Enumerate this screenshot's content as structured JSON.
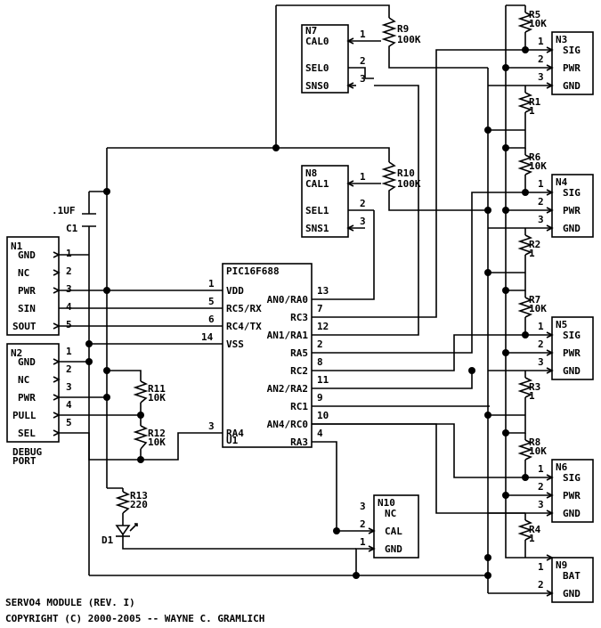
{
  "title": "SERVO4 MODULE (REV. I)",
  "copyright": "COPYRIGHT (C) 2000-2005 -- WAYNE C. GRAMLICH",
  "debug_label": [
    "DEBUG",
    "PORT"
  ],
  "n1": {
    "ref": "N1",
    "pins": [
      {
        "num": "1",
        "name": "GND"
      },
      {
        "num": "2",
        "name": "NC"
      },
      {
        "num": "3",
        "name": "PWR"
      },
      {
        "num": "4",
        "name": "SIN"
      },
      {
        "num": "5",
        "name": "SOUT"
      }
    ]
  },
  "n2": {
    "ref": "N2",
    "pins": [
      {
        "num": "1",
        "name": "GND"
      },
      {
        "num": "2",
        "name": "NC"
      },
      {
        "num": "3",
        "name": "PWR"
      },
      {
        "num": "4",
        "name": "PULL"
      },
      {
        "num": "5",
        "name": "SEL"
      }
    ]
  },
  "n7": {
    "ref": "N7",
    "pins": [
      {
        "num": "1",
        "name": "CAL0"
      },
      {
        "num": "2",
        "name": "SEL0"
      },
      {
        "num": "3",
        "name": "SNS0"
      }
    ]
  },
  "n8": {
    "ref": "N8",
    "pins": [
      {
        "num": "1",
        "name": "CAL1"
      },
      {
        "num": "2",
        "name": "SEL1"
      },
      {
        "num": "3",
        "name": "SNS1"
      }
    ]
  },
  "servo_connectors": [
    {
      "ref": "N3",
      "pins": [
        {
          "num": "1",
          "name": "SIG"
        },
        {
          "num": "2",
          "name": "PWR"
        },
        {
          "num": "3",
          "name": "GND"
        }
      ]
    },
    {
      "ref": "N4",
      "pins": [
        {
          "num": "1",
          "name": "SIG"
        },
        {
          "num": "2",
          "name": "PWR"
        },
        {
          "num": "3",
          "name": "GND"
        }
      ]
    },
    {
      "ref": "N5",
      "pins": [
        {
          "num": "1",
          "name": "SIG"
        },
        {
          "num": "2",
          "name": "PWR"
        },
        {
          "num": "3",
          "name": "GND"
        }
      ]
    },
    {
      "ref": "N6",
      "pins": [
        {
          "num": "1",
          "name": "SIG"
        },
        {
          "num": "2",
          "name": "PWR"
        },
        {
          "num": "3",
          "name": "GND"
        }
      ]
    }
  ],
  "n9": {
    "ref": "N9",
    "pins": [
      {
        "num": "1",
        "name": "BAT"
      },
      {
        "num": "2",
        "name": "GND"
      }
    ]
  },
  "n10": {
    "ref": "N10",
    "pins": [
      {
        "num": "3",
        "name": "NC"
      },
      {
        "num": "2",
        "name": "CAL"
      },
      {
        "num": "1",
        "name": "GND"
      }
    ]
  },
  "u1": {
    "part": "PIC16F688",
    "ref": "U1",
    "left": [
      {
        "num": "1",
        "name": "VDD"
      },
      {
        "num": "5",
        "name": "RC5/RX"
      },
      {
        "num": "6",
        "name": "RC4/TX"
      },
      {
        "num": "14",
        "name": "VSS"
      },
      {
        "num": "3",
        "name": "RA4"
      }
    ],
    "right": [
      {
        "num": "13",
        "name": "AN0/RA0"
      },
      {
        "num": "7",
        "name": "RC3"
      },
      {
        "num": "12",
        "name": "AN1/RA1"
      },
      {
        "num": "2",
        "name": "RA5"
      },
      {
        "num": "8",
        "name": "RC2"
      },
      {
        "num": "11",
        "name": "AN2/RA2"
      },
      {
        "num": "9",
        "name": "RC1"
      },
      {
        "num": "10",
        "name": "AN4/RC0"
      },
      {
        "num": "4",
        "name": "RA3"
      }
    ]
  },
  "resistors": {
    "r5": {
      "ref": "R5",
      "value": "10K"
    },
    "r6": {
      "ref": "R6",
      "value": "10K"
    },
    "r7": {
      "ref": "R7",
      "value": "10K"
    },
    "r8": {
      "ref": "R8",
      "value": "10K"
    },
    "r1": {
      "ref": "R1",
      "value": "1"
    },
    "r2": {
      "ref": "R2",
      "value": "1"
    },
    "r3": {
      "ref": "R3",
      "value": "1"
    },
    "r4": {
      "ref": "R4",
      "value": "1"
    },
    "r9": {
      "ref": "R9",
      "value": "100K"
    },
    "r10": {
      "ref": "R10",
      "value": "100K"
    },
    "r11": {
      "ref": "R11",
      "value": "10K"
    },
    "r12": {
      "ref": "R12",
      "value": "10K"
    },
    "r13": {
      "ref": "R13",
      "value": "220"
    }
  },
  "c1": {
    "ref": "C1",
    "value": ".1UF"
  },
  "d1": {
    "ref": "D1"
  }
}
